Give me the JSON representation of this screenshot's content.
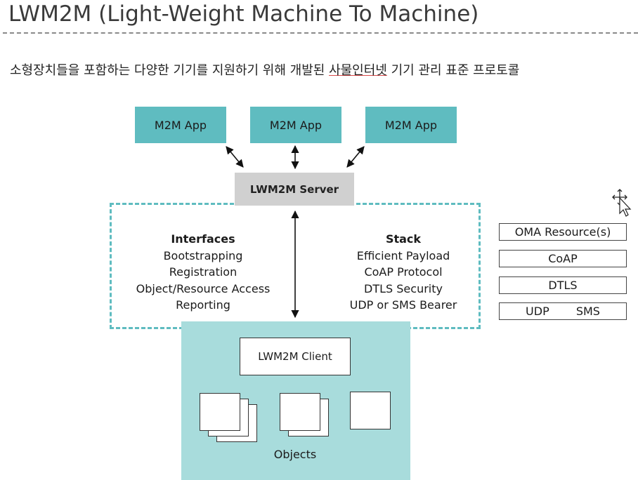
{
  "title": "LWM2M (Light-Weight Machine To Machine)",
  "subtitle": {
    "before": "소형장치들을 포함하는 다양한 기기를 지원하기 위해 개발된 ",
    "underlined": "사물인터넷",
    "after": " 기기 관리 표준 프로토콜"
  },
  "apps": [
    "M2M App",
    "M2M App",
    "M2M App"
  ],
  "server": "LWM2M Server",
  "interfaces": {
    "heading": "Interfaces",
    "items": [
      "Bootstrapping",
      "Registration",
      "Object/Resource Access",
      "Reporting"
    ]
  },
  "stack": {
    "heading": "Stack",
    "items": [
      "Efficient Payload",
      "CoAP Protocol",
      "DTLS Security",
      "UDP or SMS Bearer"
    ]
  },
  "client": "LWM2M Client",
  "objects_label": "Objects",
  "protocol_stack": {
    "layers": [
      "OMA Resource(s)",
      "CoAP",
      "DTLS"
    ],
    "bottom": [
      "UDP",
      "SMS"
    ]
  },
  "colors": {
    "app_fill": "#5fbcc0",
    "client_area": "#a8dcdc",
    "server_fill": "#d0d0d0",
    "dashed_border": "#5fbcc0"
  }
}
